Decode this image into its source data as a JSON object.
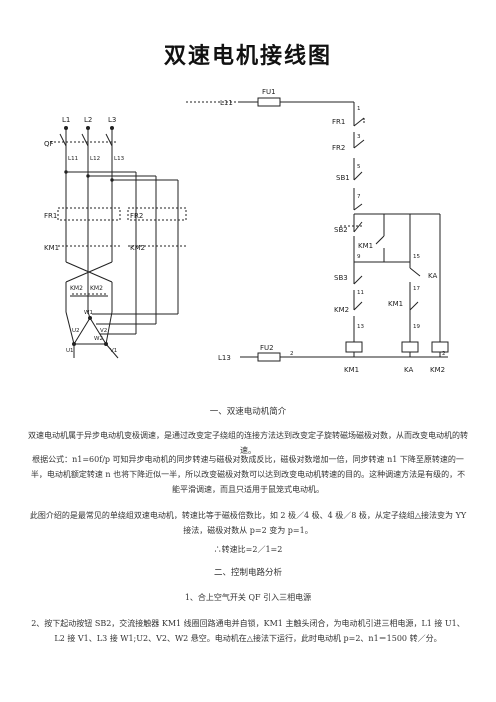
{
  "document": {
    "title": "双速电机接线图"
  },
  "diagram_labels": {
    "l1": "L1",
    "l2": "L2",
    "l3": "L3",
    "qf": "QF",
    "l11_a": "L11",
    "l12": "L12",
    "l13_a": "L13",
    "fr1_left": "FR1",
    "fr2_left": "FR2",
    "km1_left": "KM1",
    "km2_left": "KM2",
    "km2b_left": "KM2",
    "u1": "U1",
    "v1": "V1",
    "w1": "W1",
    "u2": "U2",
    "v2": "V2",
    "w2": "W2",
    "fu1": "FU1",
    "l11_right": "L11",
    "fr1_right": "FR1",
    "fr2_right": "FR2",
    "sb1": "SB1",
    "sb2": "SB2",
    "sb3": "SB3",
    "km1_aux": "KM1",
    "ka_contact": "KA",
    "km1_inter": "KM1",
    "km2_inter": "KM2",
    "fu2": "FU2",
    "l13_right": "L13",
    "coil_km1": "KM1",
    "coil_ka": "KA",
    "coil_km2": "KM2",
    "n1": "1",
    "n3": "3",
    "n5": "5",
    "n7": "7",
    "n9": "9",
    "n11": "11",
    "n13": "13",
    "n15": "15",
    "n17": "17",
    "n19": "19",
    "n2a": "2",
    "n2b": "2"
  },
  "sections": [
    {
      "id": "h1",
      "text": "一、双速电动机简介"
    },
    {
      "id": "p1",
      "text": "双速电动机属于异步电动机变极调速，是通过改变定子绕组的连接方法达到改变定子旋转磁场磁极对数，从而改变电动机的转速。"
    },
    {
      "id": "p2",
      "text": "根据公式：n1=60f/p 可知异步电动机的同步转速与磁极对数成反比，磁极对数增加一倍，同步转速 n1 下降至原转速的一半，电动机额定转速 n 也将下降近似一半，所以改变磁极对数可以达到改变电动机转速的目的。这种调速方法是有级的，不能平滑调速，而且只适用于鼠笼式电动机。"
    },
    {
      "id": "p3",
      "text": "此图介绍的是最常见的单绕组双速电动机，转速比等于磁极倍数比，如 2 极／4 极、4 极／8 极，从定子绕组△接法变为 YY 接法，磁极对数从 p=2 变为 p=1。"
    },
    {
      "id": "p4",
      "text": "∴转速比=2／1=2"
    },
    {
      "id": "h2",
      "text": "二、控制电路分析"
    },
    {
      "id": "p5",
      "text": "1、合上空气开关 QF 引入三相电源"
    },
    {
      "id": "p6",
      "text": "2、按下起动按钮 SB2，交流接触器 KM1 线圈回路通电并自锁，KM1 主触头闭合，为电动机引进三相电源，L1 接 U1、L2 接 V1、L3 接 W1;U2、V2、W2 悬空。电动机在△接法下运行，此时电动机 p=2、n1＝1500 转／分。"
    }
  ]
}
